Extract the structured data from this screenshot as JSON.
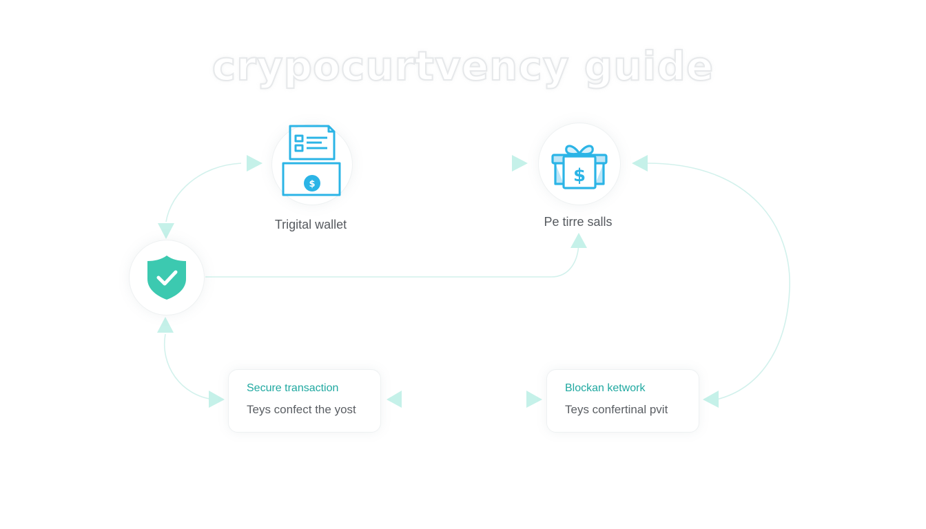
{
  "title": "crypocurtvency guide",
  "nodes": {
    "wallet": {
      "label": "Trigital wallet",
      "icon": "wallet-document-icon"
    },
    "sales": {
      "label": "Pe tirre salls",
      "icon": "gift-dollar-icon"
    },
    "security": {
      "icon": "shield-check-icon"
    }
  },
  "cards": {
    "secure": {
      "title": "Secure transaction",
      "desc": "Teys confect the yost"
    },
    "blockchain": {
      "title": "Blockan ketwork",
      "desc": "Teys confertinal pvit"
    }
  },
  "colors": {
    "accent_teal": "#1fa8a0",
    "icon_blue": "#2bb4e6",
    "shield_teal": "#3cc9b0",
    "connector": "#c9efe9",
    "arrow": "#c3f0e8"
  }
}
